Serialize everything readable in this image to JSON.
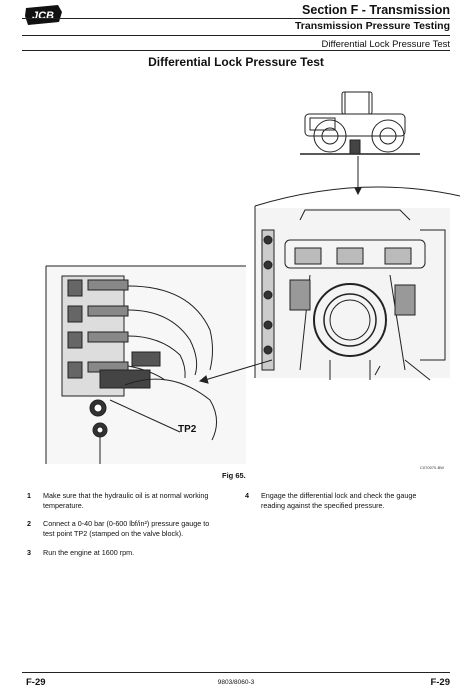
{
  "header": {
    "section": "Section F - Transmission",
    "subsection": "Transmission Pressure Testing",
    "topic": "Differential Lock Pressure Test"
  },
  "page_title": "Differential Lock Pressure Test",
  "figure": {
    "callout": "TP2",
    "caption": "Fig 65.",
    "code": "C070070-BW"
  },
  "steps": [
    {
      "num": "1",
      "lines": [
        "Make sure that the hydraulic oil is at normal working",
        "temperature."
      ]
    },
    {
      "num": "2",
      "lines": [
        "Connect a 0-40 bar (0-600 lbf/in²) pressure gauge to",
        "test point TP2  (stamped on the valve block)."
      ]
    },
    {
      "num": "3",
      "lines": [
        "Run the engine at 1600 rpm."
      ]
    },
    {
      "num": "4",
      "lines": [
        "Engage the differential lock and check the gauge",
        "reading against the specified pressure."
      ]
    }
  ],
  "footer": {
    "left": "F-29",
    "center": "9803/8060-3",
    "right": "F-29"
  },
  "logo_text": "JCB"
}
